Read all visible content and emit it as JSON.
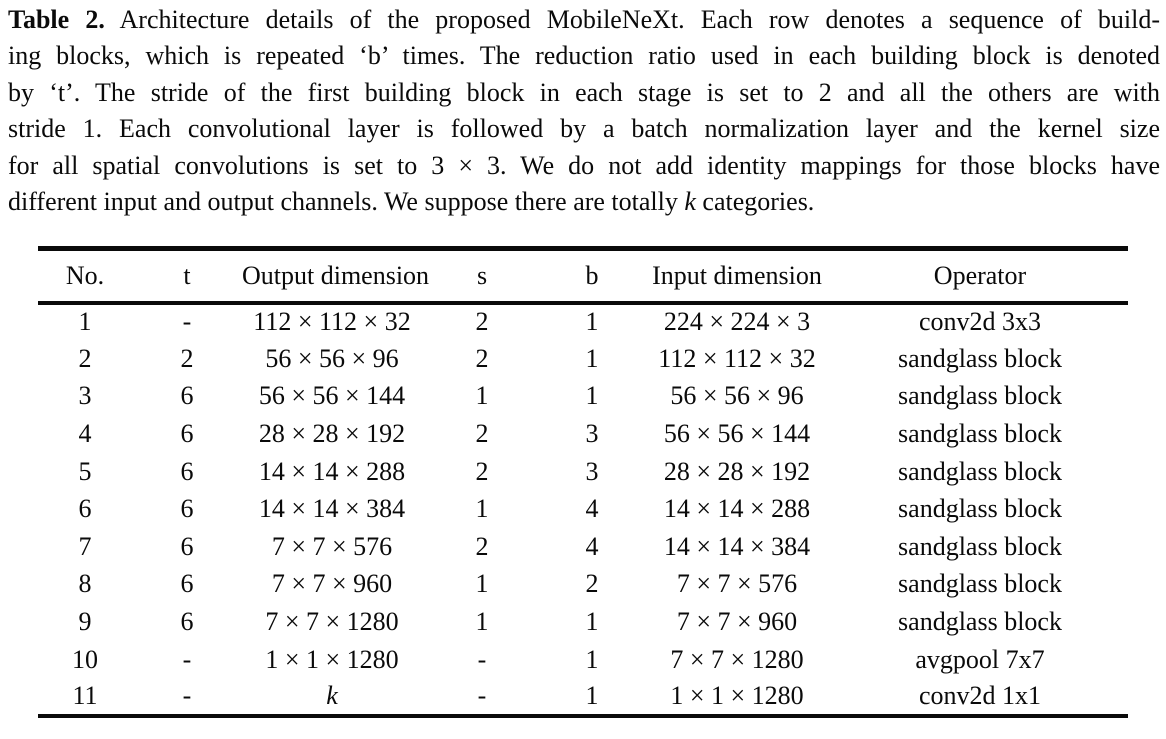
{
  "page": {
    "background": "#ffffff",
    "text_color": "#0a0a0a",
    "rule_color": "#0a0a0a"
  },
  "caption": {
    "label": "Table 2.",
    "lines": [
      [
        {
          "t": "Table 2.",
          "b": true
        },
        {
          "t": " Architecture details of the proposed MobileNeXt. Each row denotes a sequence of build-"
        }
      ],
      [
        {
          "t": "ing blocks, which is repeated ‘b’ times. The reduction ratio used in each building block is denoted"
        }
      ],
      [
        {
          "t": "by ‘t’. The stride of the first building block in each stage is set to 2 and all the others are with"
        }
      ],
      [
        {
          "t": "stride 1. Each convolutional layer is followed by a batch normalization layer and the kernel size"
        }
      ],
      [
        {
          "t": "for all spatial convolutions is set to 3 × 3. We do not add identity mappings for those blocks have"
        }
      ],
      [
        {
          "t": "different input and output channels. We suppose there are totally "
        },
        {
          "t": "k",
          "i": true
        },
        {
          "t": " categories."
        }
      ]
    ]
  },
  "chart_data": {
    "type": "table",
    "title": "Table 2. Architecture details of the proposed MobileNeXt.",
    "columns": [
      "No.",
      "t",
      "Output dimension",
      "s",
      "b",
      "Input dimension",
      "Operator"
    ],
    "rows": [
      [
        "1",
        "-",
        "112 × 112 × 32",
        "2",
        "1",
        "224 × 224 × 3",
        "conv2d 3x3"
      ],
      [
        "2",
        "2",
        "56 × 56 × 96",
        "2",
        "1",
        "112 × 112 × 32",
        "sandglass block"
      ],
      [
        "3",
        "6",
        "56 × 56 × 144",
        "1",
        "1",
        "56 × 56 × 96",
        "sandglass block"
      ],
      [
        "4",
        "6",
        "28 × 28 × 192",
        "2",
        "3",
        "56 × 56 × 144",
        "sandglass block"
      ],
      [
        "5",
        "6",
        "14 × 14 × 288",
        "2",
        "3",
        "28 × 28 × 192",
        "sandglass block"
      ],
      [
        "6",
        "6",
        "14 × 14 × 384",
        "1",
        "4",
        "14 × 14 × 288",
        "sandglass block"
      ],
      [
        "7",
        "6",
        "7 × 7 × 576",
        "2",
        "4",
        "14 × 14 × 384",
        "sandglass block"
      ],
      [
        "8",
        "6",
        "7 × 7 × 960",
        "1",
        "2",
        "7 × 7 × 576",
        "sandglass block"
      ],
      [
        "9",
        "6",
        "7 × 7 × 1280",
        "1",
        "1",
        "7 × 7 × 960",
        "sandglass block"
      ],
      [
        "10",
        "-",
        "1 × 1 × 1280",
        "-",
        "1",
        "7 × 7 × 1280",
        "avgpool 7x7"
      ],
      [
        "11",
        "-",
        "k",
        "-",
        "1",
        "1 × 1 × 1280",
        "conv2d 1x1"
      ]
    ],
    "italic_values": [
      "k"
    ]
  }
}
